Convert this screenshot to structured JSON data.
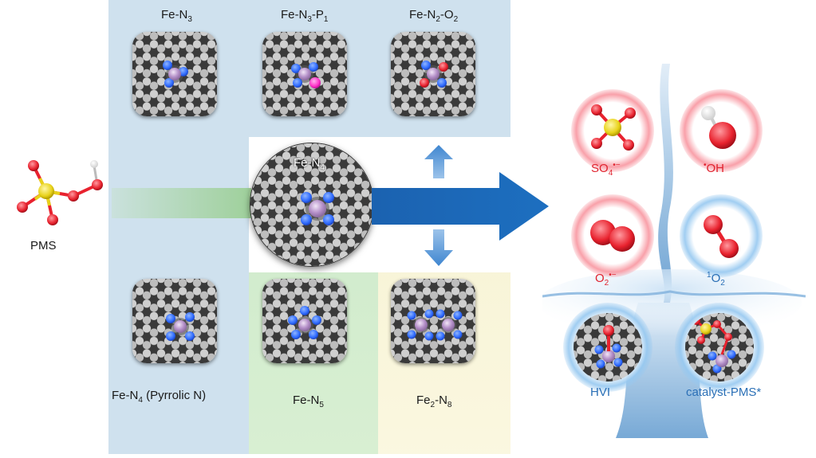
{
  "structures": {
    "fe_n3": {
      "base": "Fe-N",
      "sub": "3"
    },
    "fe_n3_p1": {
      "base1": "Fe-N",
      "sub1": "3",
      "mid": "-P",
      "sub2": "1"
    },
    "fe_n2_o2": {
      "base1": "Fe-N",
      "sub1": "2",
      "mid": "-O",
      "sub2": "2"
    },
    "fe_n4": {
      "base": "Fe-N",
      "sub": "4"
    },
    "fe_n4_pyrrolic": {
      "base": "Fe-N",
      "sub": "4",
      "suffix": " (Pyrrolic N)"
    },
    "fe_n5": {
      "base": "Fe-N",
      "sub": "5"
    },
    "fe2_n8": {
      "base1": "Fe",
      "sub1": "2",
      "mid": "-N",
      "sub2": "8"
    }
  },
  "reactant": {
    "label": "PMS"
  },
  "species": {
    "so4": {
      "base": "SO",
      "sub": "4",
      "sup": "•−"
    },
    "oh": {
      "sup": "•",
      "base": "OH"
    },
    "o2rad": {
      "base": "O",
      "sub": "2",
      "sup": "•−"
    },
    "singlet": {
      "sup": "1",
      "base": "O",
      "sub": "2"
    },
    "hvi": "HVI",
    "catalyst_pms": "catalyst-PMS*"
  },
  "colors": {
    "panel_blue": "#cfe1ee",
    "arrow_blue": "#1d6fc0",
    "radical_red": "#e0242f",
    "nonradical_blue": "#2a6fb6",
    "nitrogen": "#2f6bff",
    "iron": "#b48fc8",
    "oxygen": "#e8222e",
    "phosphorus": "#ff33c8",
    "sulfur": "#e8d21a"
  },
  "icons": [
    "graphene-lattice-icon",
    "fe-atom-icon",
    "nitrogen-atom-icon",
    "pms-molecule-icon",
    "water-splash-icon"
  ]
}
